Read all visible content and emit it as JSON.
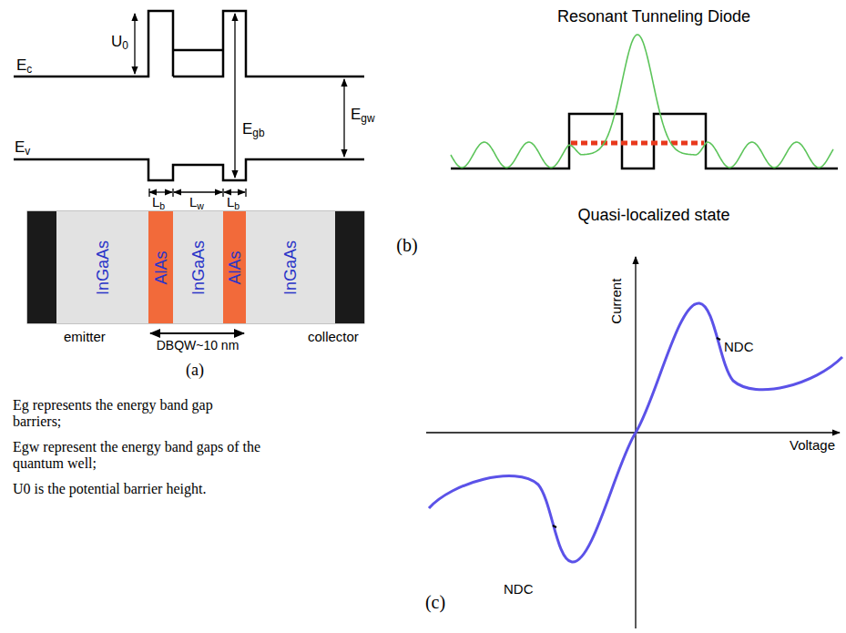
{
  "diagram": {
    "nodes": [
      {
        "text": [
          "InGaAs"
        ]
      },
      {
        "text": [
          "AlAs"
        ]
      },
      {
        "text": [
          "InGaAs"
        ]
      },
      {
        "text": [
          "AlAs"
        ]
      },
      {
        "text": [
          "InGaAs"
        ]
      }
    ],
    "labels": [
      "Ec",
      "U0",
      "Egb",
      "Egw",
      "Ev",
      "Lb",
      "Lw",
      "Lb",
      "emitter",
      "DBQW~10 nm",
      "collector",
      "(a)",
      "Eg represents the energy band gap barriers;",
      "Egw represent the energy band gaps of the quantum well;",
      "U0 is the potential barrier height.",
      "Resonant Tunneling Diode",
      "(b)",
      "Quasi-localized state",
      "Current",
      "NDC",
      "Voltage",
      "NDC",
      "(c)"
    ]
  }
}
